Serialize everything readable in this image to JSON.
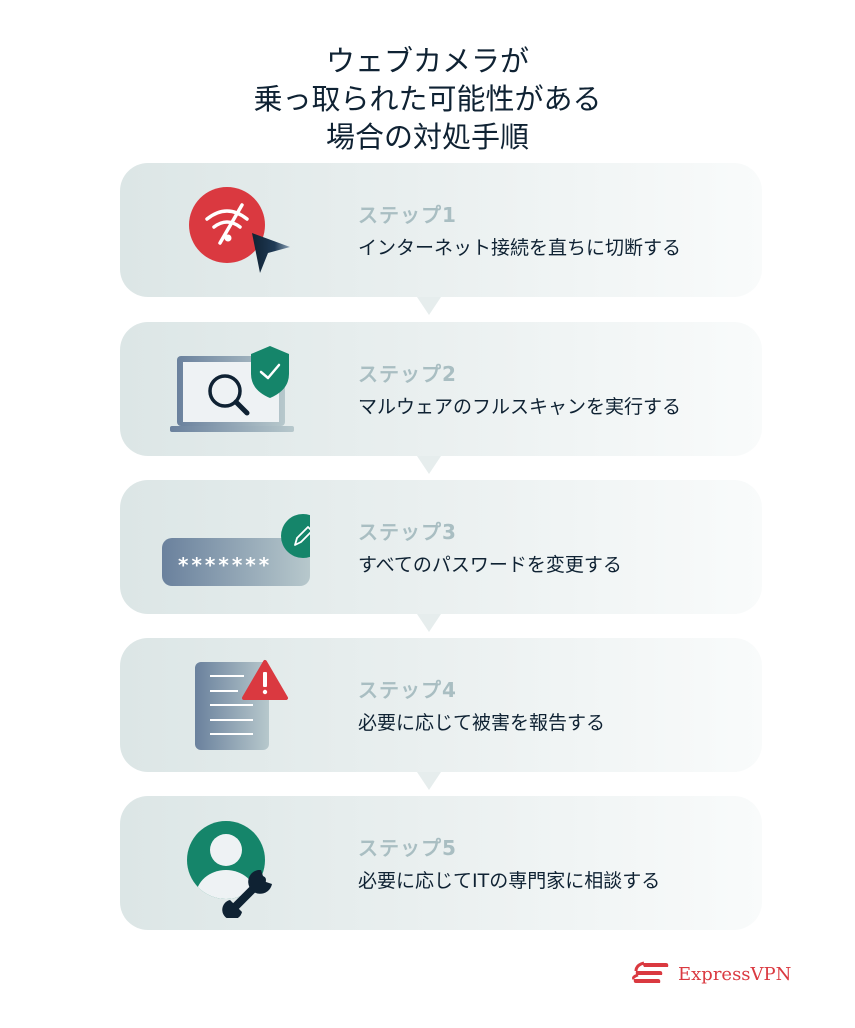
{
  "title": {
    "lines": [
      "ウェブカメラが",
      "乗っ取られた可能性がある",
      "場合の対処手順"
    ]
  },
  "steps": [
    {
      "label": "ステップ1",
      "description": "インターネット接続を直ちに切断する",
      "icon": "wifi-off-cursor-icon"
    },
    {
      "label": "ステップ2",
      "description": "マルウェアのフルスキャンを実行する",
      "icon": "laptop-scan-shield-icon"
    },
    {
      "label": "ステップ3",
      "description": "すべてのパスワードを変更する",
      "icon": "password-edit-icon"
    },
    {
      "label": "ステップ4",
      "description": "必要に応じて被害を報告する",
      "icon": "document-warning-icon"
    },
    {
      "label": "ステップ5",
      "description": "必要に応じてITの専門家に相談する",
      "icon": "user-wrench-icon"
    }
  ],
  "password_mask": "*******",
  "brand": {
    "name": "ExpressVPN",
    "color": "#da3940"
  },
  "colors": {
    "title_text": "#0f2233",
    "step_label": "#a9bec2",
    "red_accent": "#da3940",
    "green_accent": "#15856a",
    "card_bg_start": "#dce6e6",
    "card_bg_end": "#f9fbfb"
  }
}
